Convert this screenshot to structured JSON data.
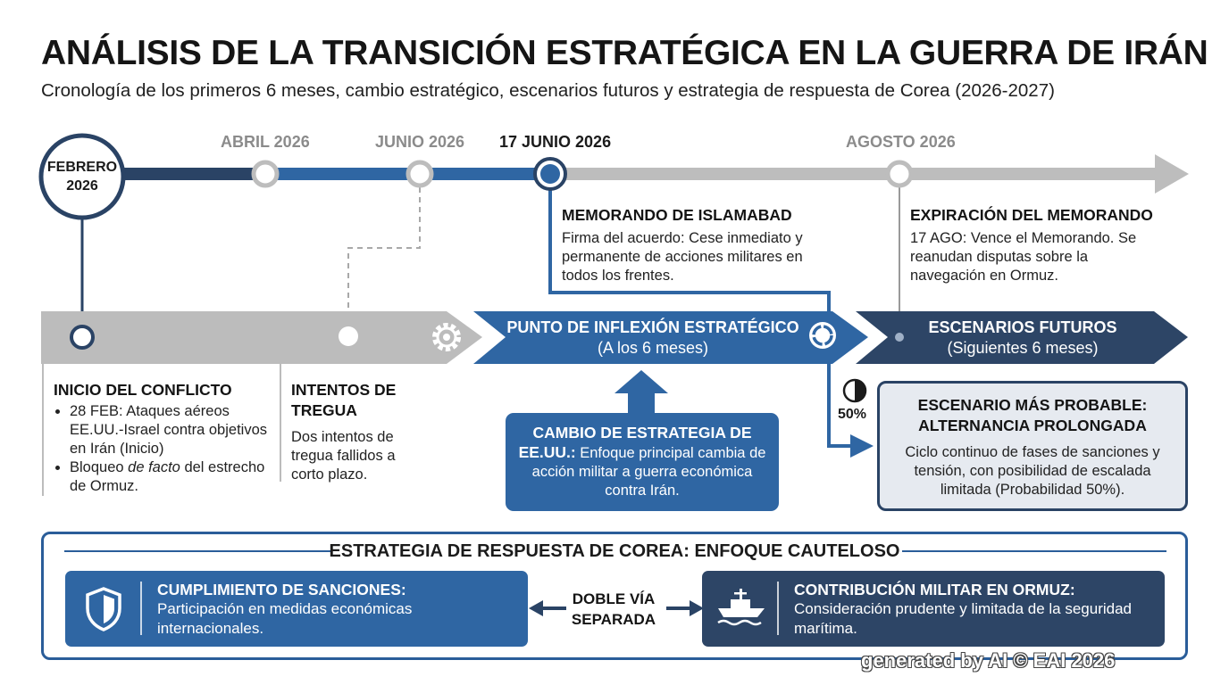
{
  "header": {
    "title": "ANÁLISIS DE LA TRANSICIÓN ESTRATÉGICA EN LA GUERRA DE IRÁN",
    "subtitle": "Cronología de los primeros 6 meses, cambio estratégico, escenarios futuros y estrategia de respuesta de Corea (2026-2027)"
  },
  "timeline": {
    "start": {
      "line1": "FEBRERO",
      "line2": "2026"
    },
    "dates": [
      "ABRIL 2026",
      "JUNIO 2026",
      "17 JUNIO 2026",
      "AGOSTO 2026"
    ]
  },
  "events": {
    "memorando": {
      "title": "MEMORANDO DE ISLAMABAD",
      "text": "Firma del acuerdo: Cese inmediato y permanente de acciones militares en todos los frentes."
    },
    "expiracion": {
      "title": "EXPIRACIÓN DEL MEMORANDO",
      "text": "17 AGO: Vence el Memorando. Se reanudan disputas sobre la navegación en Ormuz."
    }
  },
  "phases": {
    "inflexion": {
      "title": "PUNTO DE INFLEXIÓN ESTRATÉGICO",
      "sub": "(A los 6 meses)"
    },
    "escenarios": {
      "title": "ESCENARIOS FUTUROS",
      "sub": "(Siguientes 6 meses)"
    }
  },
  "inicio": {
    "title": "INICIO DEL CONFLICTO",
    "bullet1": "28 FEB: Ataques aéreos EE.UU.-Israel contra objetivos en Irán (Inicio)",
    "bullet2_pre": "Bloqueo ",
    "bullet2_em": "de facto",
    "bullet2_post": " del estrecho de Ormuz."
  },
  "tregua": {
    "title": "INTENTOS DE TREGUA",
    "text": "Dos intentos de tregua fallidos a corto plazo."
  },
  "cambio": {
    "title": "CAMBIO DE ESTRATEGIA DE EE.UU.:",
    "text": "Enfoque principal cambia de acción militar a guerra económica contra Irán."
  },
  "escenario_probable": {
    "title": "ESCENARIO MÁS PROBABLE: ALTERNANCIA PROLONGADA",
    "text": "Ciclo continuo de fases de sanciones y tensión, con posibilidad de escalada limitada (Probabilidad 50%).",
    "probability_label": "50%",
    "probability": 0.5
  },
  "korea": {
    "title": "ESTRATEGIA DE RESPUESTA DE COREA: ENFOQUE CAUTELOSO",
    "left": {
      "title": "CUMPLIMIENTO DE SANCIONES:",
      "text": "Participación en medidas económicas internacionales."
    },
    "center": {
      "line1": "DOBLE VÍA",
      "line2": "SEPARADA"
    },
    "right": {
      "title": "CONTRIBUCIÓN MILITAR EN ORMUZ:",
      "text": "Consideración prudente y limitada de la seguridad marítima."
    }
  },
  "watermark": "generated by AI © EAI 2026",
  "colors": {
    "navy": "#2a4365",
    "blue": "#2f66a3",
    "grey": "#bcbcbc",
    "dark_navy": "#2d4566"
  },
  "icons": [
    "gear-icon",
    "cycle-icon",
    "half-circle-icon",
    "shield-icon",
    "ship-icon"
  ]
}
